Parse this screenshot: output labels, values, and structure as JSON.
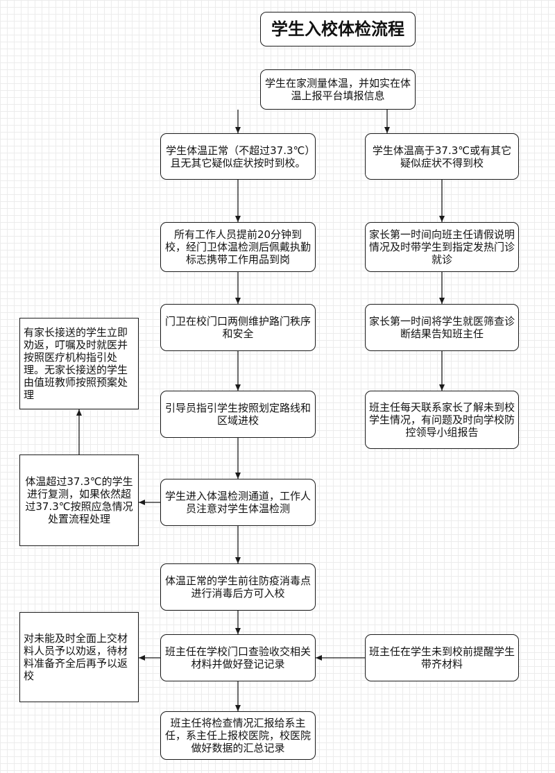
{
  "title": "学生入校体检流程",
  "nodes": {
    "home_temp": "学生在家测量体温，并如实在体温上报平台填报信息",
    "temp_normal": "学生体温正常（不超过37.3℃）且无其它疑似症状按时到校。",
    "temp_high": "学生体温高于37.3℃或有其它疑似症状不得到校",
    "staff_early": "所有工作人员提前20分钟到校，经门卫体温检测后佩戴执勤标志携带工作用品到岗",
    "parent_leave": "家长第一时间向班主任请假说明情况及时带学生到指定发热门诊就诊",
    "guard_order": "门卫在校门口两侧维护路门秩序和安全",
    "parent_report": "家长第一时间将学生就医筛查诊断结果告知班主任",
    "parent_pickup": "有家长接送的学生立即劝返，叮嘱及时就医并按照医疗机构指引处理。无家长接送的学生由值班教师按照预案处理",
    "guide_route": "引导员指引学生按照划定路线和区域进校",
    "daily_contact": "班主任每天联系家长了解未到校学生情况，有问题及时向学校防控领导小组报告",
    "recheck": "体温超过37.3℃的学生进行复测，如果依然超过37.3℃按照应急情况处置流程处理",
    "channel_check": "学生进入体温检测通道，工作人员注意对学生体温检测",
    "disinfect": "体温正常的学生前往防疫消毒点进行消毒后方可入校",
    "materials_return": "对未能及时全面上交材料人员予以劝返，待材料准备齐全后再予以返校",
    "materials_check": "班主任在学校门口查验收交相关材料并做好登记记录",
    "remind_materials": "班主任在学生未到校前提醒学生带齐材料",
    "final_report": "班主任将检查情况汇报给系主任，系主任上报校医院，校医院做好数据的汇总记录"
  }
}
